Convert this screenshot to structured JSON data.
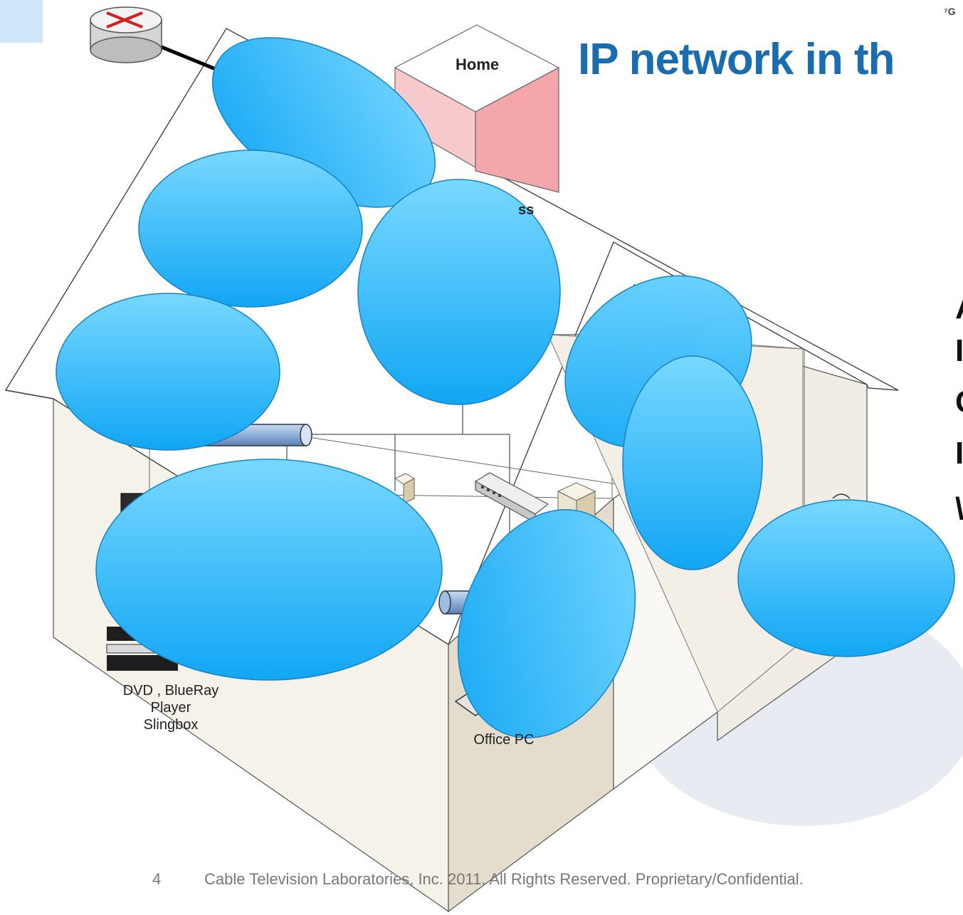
{
  "slide": {
    "title": "IP network in th",
    "page_number": "4",
    "footer": "Cable Television Laboratories, Inc. 2011.  All Rights Reserved. Proprietary/Confidential.",
    "corner_mark": "⁷G"
  },
  "diagram": {
    "home_label": "Home",
    "partial_label": "ss",
    "devices": [
      {
        "id": "dvd",
        "label_lines": [
          "DVD , BlueRay",
          "Player",
          "Slingbox"
        ]
      },
      {
        "id": "office-pc",
        "label_lines": [
          "Office PC"
        ]
      }
    ],
    "edge_letters": [
      "A",
      "I",
      "C",
      "I",
      "\\"
    ],
    "colors": {
      "bubble_top": "#6fd4ff",
      "bubble_bottom": "#14a8f5",
      "bubble_stroke": "#1583c4",
      "title": "#1a6cb0",
      "house_wall": "#f6f3ec",
      "house_shade": "#e6dfd2",
      "home_box": "#f7b9bd"
    }
  }
}
